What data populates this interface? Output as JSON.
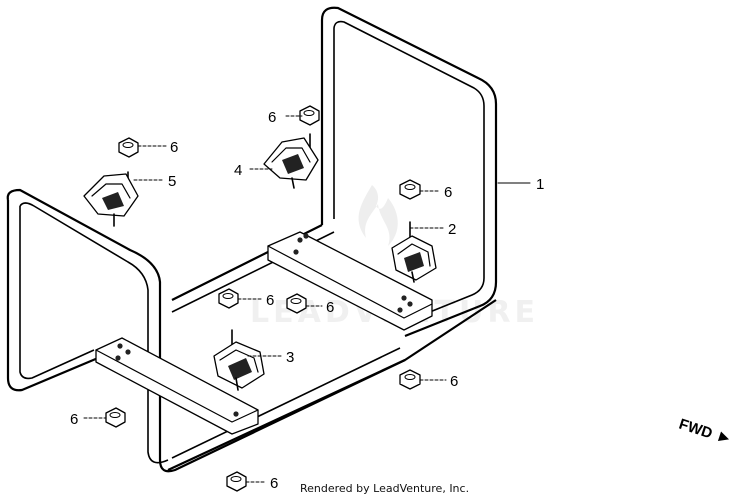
{
  "watermark": {
    "text": "LEADVENTURE"
  },
  "footer": {
    "text": "Rendered by LeadVenture, Inc."
  },
  "direction": {
    "label": "FWD"
  },
  "callouts": [
    {
      "id": "frame",
      "number": "1"
    },
    {
      "id": "mount-rear-right",
      "number": "2"
    },
    {
      "id": "mount-front-center",
      "number": "3"
    },
    {
      "id": "mount-rear-top",
      "number": "4"
    },
    {
      "id": "mount-left",
      "number": "5"
    },
    {
      "id": "nut-top",
      "number": "6"
    },
    {
      "id": "nut-left",
      "number": "6"
    },
    {
      "id": "nut-right",
      "number": "6"
    },
    {
      "id": "nut-center-a",
      "number": "6"
    },
    {
      "id": "nut-center-b",
      "number": "6"
    },
    {
      "id": "nut-front-right",
      "number": "6"
    },
    {
      "id": "nut-bottom-left",
      "number": "6"
    },
    {
      "id": "nut-bottom-center",
      "number": "6"
    }
  ],
  "colors": {
    "line": "#000000",
    "background": "#ffffff",
    "watermark": "#f0f0f0"
  }
}
